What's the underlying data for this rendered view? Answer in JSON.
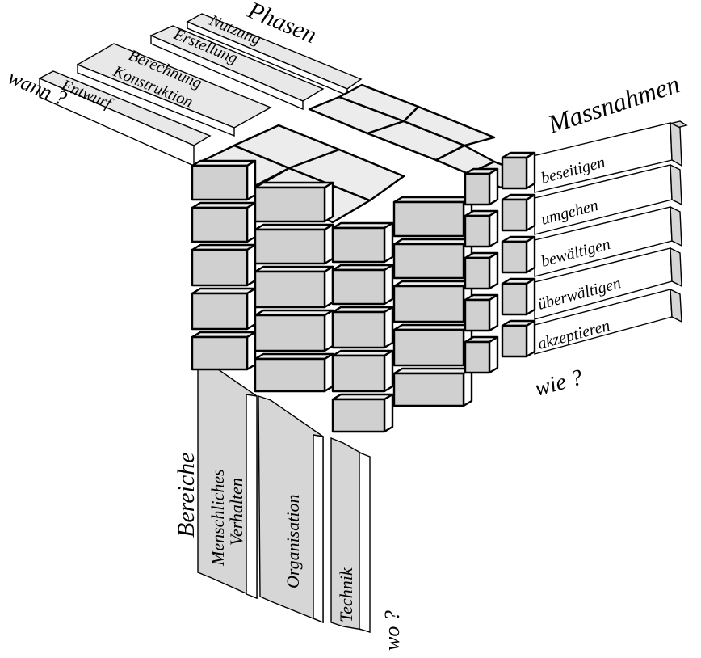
{
  "diagram": {
    "phasen": {
      "title": "Phasen",
      "question": "wann ?",
      "items": [
        "Nutzung",
        "Erstellung",
        "Berechnung",
        "Konstruktion",
        "Entwurf"
      ]
    },
    "massnahmen": {
      "title": "Massnahmen",
      "question": "wie ?",
      "items": [
        "beseitigen",
        "umgehen",
        "bewältigen",
        "überwältigen",
        "akzeptieren"
      ]
    },
    "bereiche": {
      "title": "Bereiche",
      "question": "wo ?",
      "items": [
        {
          "line1": "Menschliches",
          "line2": "Verhalten"
        },
        {
          "line1": "Organisation",
          "line2": ""
        },
        {
          "line1": "Technik",
          "line2": ""
        }
      ]
    }
  }
}
